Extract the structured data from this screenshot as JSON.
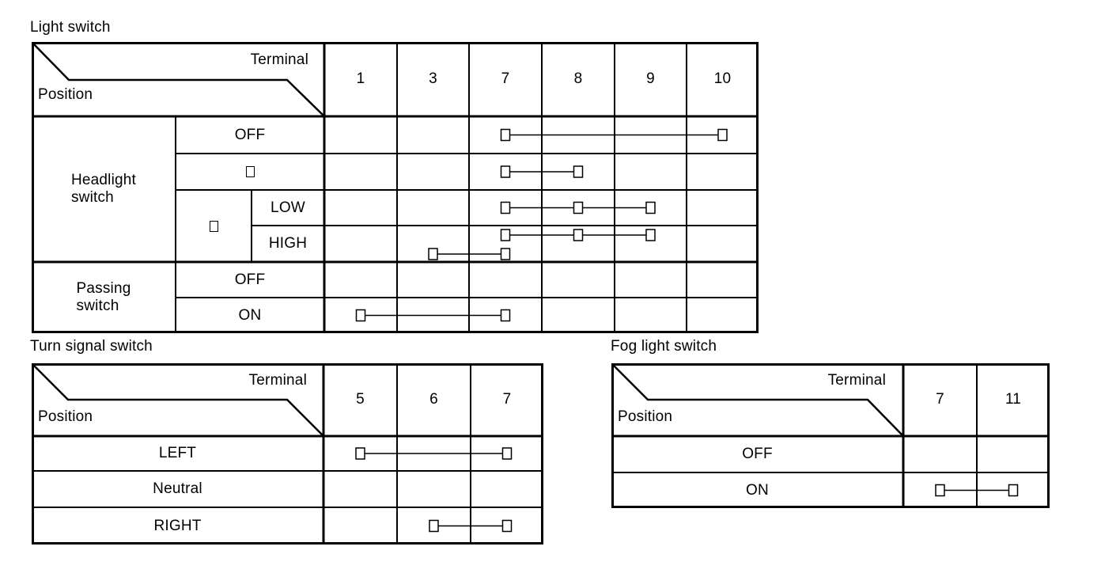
{
  "colors": {
    "background": "#ffffff",
    "ink": "#000000"
  },
  "icons": {
    "position_light_symbol": "empty-square-glyph",
    "beam_symbol": "empty-square-glyph",
    "contact_square": "small-open-square"
  },
  "tables": [
    {
      "id": "light",
      "title": "Light switch",
      "header": {
        "terminal_label": "Terminal",
        "position_label": "Position"
      },
      "terminals": [
        "1",
        "3",
        "7",
        "8",
        "9",
        "10"
      ],
      "groups": [
        {
          "label": "Headlight\nswitch"
        },
        {
          "label": "Passing\nswitch"
        }
      ],
      "rows": [
        {
          "label": "OFF",
          "connections": [
            {
              "terminals": [
                "7",
                "10"
              ]
            }
          ]
        },
        {
          "label": "",
          "symbol": "position_light_symbol",
          "connections": [
            {
              "terminals": [
                "7",
                "8"
              ]
            }
          ]
        },
        {
          "label": "LOW",
          "group_symbol": "beam_symbol",
          "connections": [
            {
              "terminals": [
                "7",
                "8",
                "9"
              ]
            }
          ]
        },
        {
          "label": "HIGH",
          "connections": [
            {
              "terminals": [
                "7",
                "8",
                "9"
              ],
              "lane": "upper"
            },
            {
              "terminals": [
                "3",
                "7"
              ],
              "lane": "lower"
            }
          ]
        },
        {
          "label": "OFF",
          "connections": []
        },
        {
          "label": "ON",
          "connections": [
            {
              "terminals": [
                "1",
                "7"
              ]
            }
          ]
        }
      ]
    },
    {
      "id": "turn",
      "title": "Turn signal switch",
      "header": {
        "terminal_label": "Terminal",
        "position_label": "Position"
      },
      "terminals": [
        "5",
        "6",
        "7"
      ],
      "rows": [
        {
          "label": "LEFT",
          "connections": [
            {
              "terminals": [
                "5",
                "7"
              ]
            }
          ]
        },
        {
          "label": "Neutral",
          "connections": []
        },
        {
          "label": "RIGHT",
          "connections": [
            {
              "terminals": [
                "6",
                "7"
              ]
            }
          ]
        }
      ]
    },
    {
      "id": "fog",
      "title": "Fog light switch",
      "header": {
        "terminal_label": "Terminal",
        "position_label": "Position"
      },
      "terminals": [
        "7",
        "11"
      ],
      "rows": [
        {
          "label": "OFF",
          "connections": []
        },
        {
          "label": "ON",
          "connections": [
            {
              "terminals": [
                "7",
                "11"
              ]
            }
          ]
        }
      ]
    }
  ]
}
